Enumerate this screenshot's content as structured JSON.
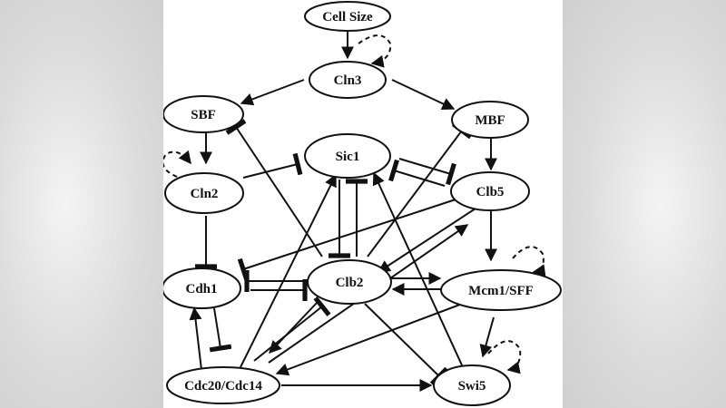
{
  "nodes": {
    "cell_size": "Cell Size",
    "cln3": "Cln3",
    "sbf": "SBF",
    "mbf": "MBF",
    "sic1": "Sic1",
    "cln2": "Cln2",
    "clb5": "Clb5",
    "cdh1": "Cdh1",
    "clb2": "Clb2",
    "mcm1_sff": "Mcm1/SFF",
    "cdc20_cdc14": "Cdc20/Cdc14",
    "swi5": "Swi5"
  },
  "edge_types": {
    "activation": "arrow",
    "inhibition": "bar",
    "self_degradation": "dashed-arrow"
  },
  "colors": {
    "ink": "#111111",
    "panel": "#ffffff",
    "background": "#d8d8d8"
  }
}
